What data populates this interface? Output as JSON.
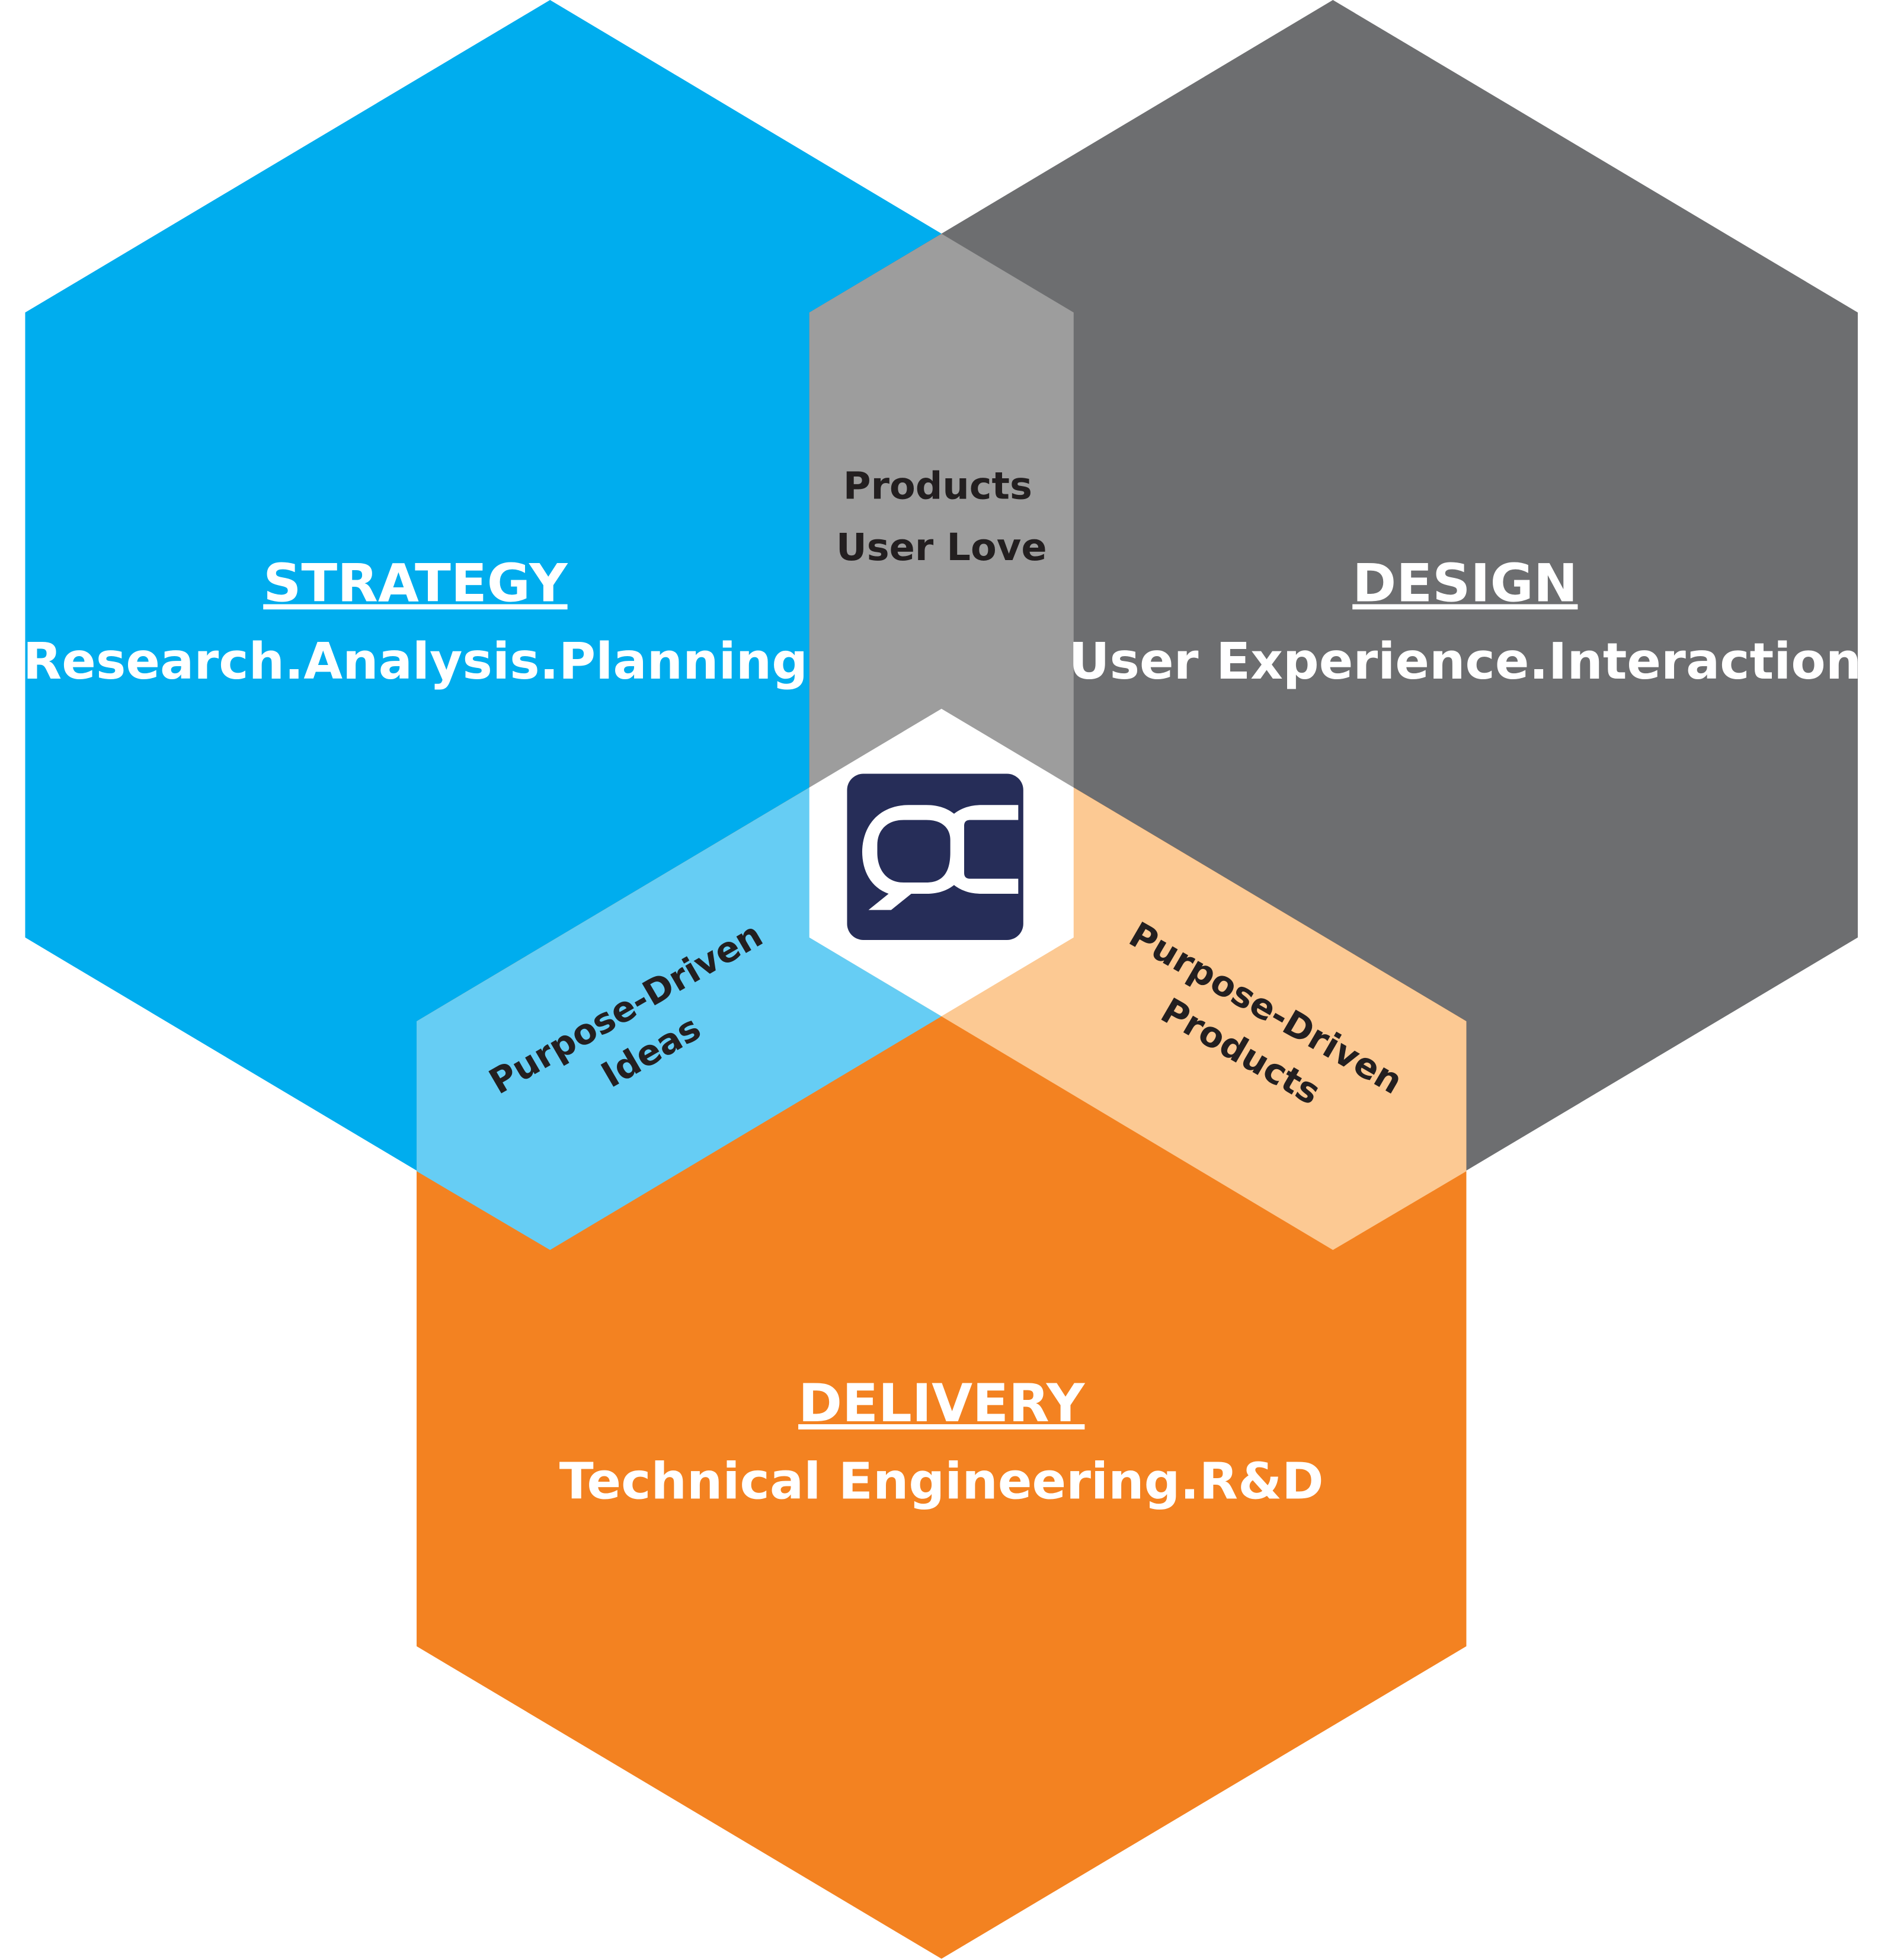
{
  "colors": {
    "strategy": "#00adee",
    "design": "#6d6e70",
    "delivery": "#f38221",
    "strategy_design": "#9d9d9d",
    "strategy_delivery": "#66cdf4",
    "design_delivery": "#fcc993",
    "center": "#ffffff",
    "logo_bg": "#262d58"
  },
  "strategy": {
    "title": "STRATEGY",
    "subtitle": "Research.Analysis.Planning"
  },
  "design": {
    "title": "DESIGN",
    "subtitle": "User Experience.Interaction"
  },
  "delivery": {
    "title": "DELIVERY",
    "subtitle": "Technical Engineering.R&D"
  },
  "overlaps": {
    "strategy_design": {
      "line1": "Products",
      "line2": "User Love"
    },
    "strategy_delivery": {
      "line1": "Purpose-Driven",
      "line2": "Ideas"
    },
    "design_delivery": {
      "line1": "Purpose-Driven",
      "line2": "Products"
    }
  },
  "logo": {
    "text": "qc"
  }
}
